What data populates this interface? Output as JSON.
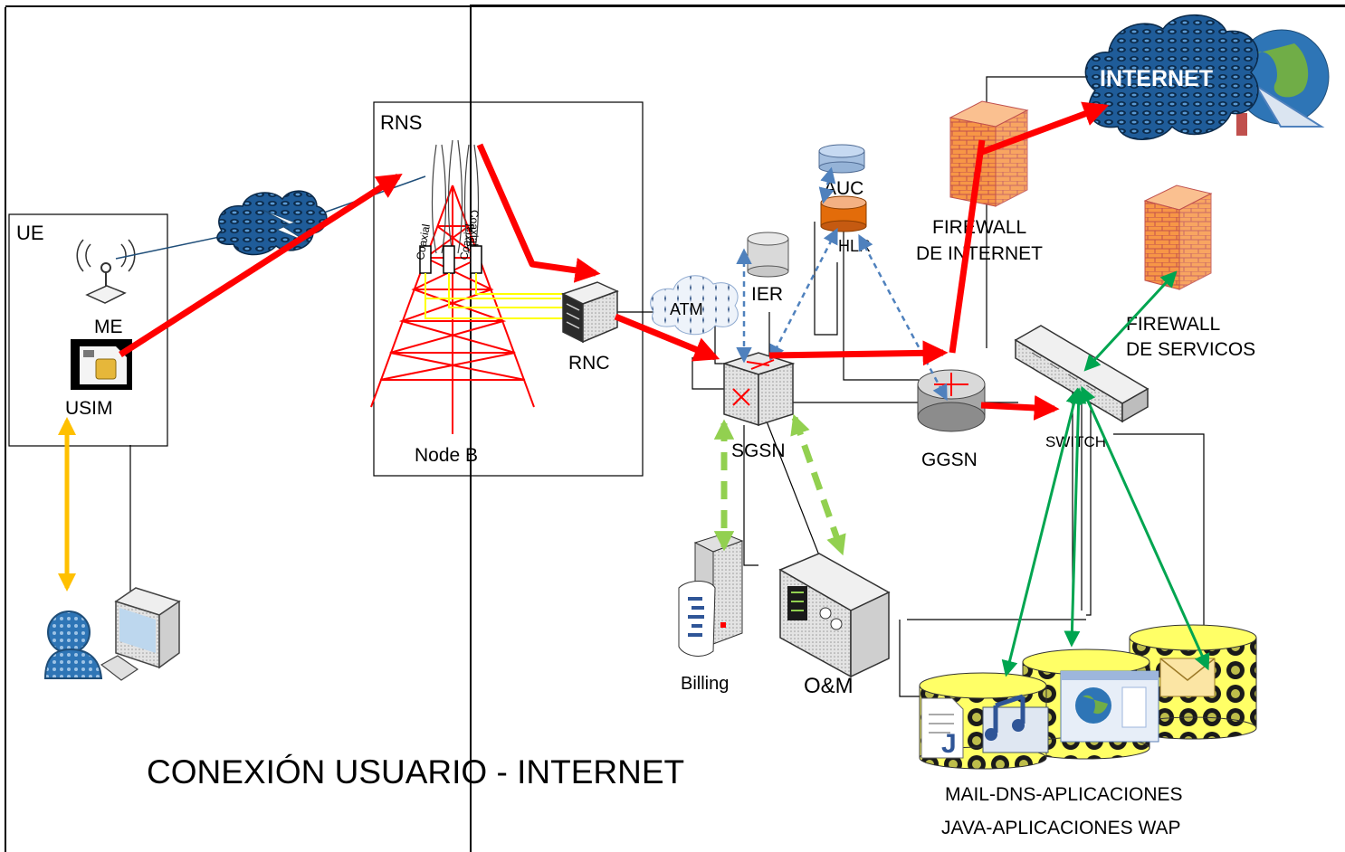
{
  "diagram": {
    "title": "CONEXIÓN USUARIO - INTERNET",
    "groups": {
      "ue": "UE",
      "rns": "RNS"
    },
    "labels": {
      "me": "ME",
      "usim": "USIM",
      "node_b": "Node B",
      "rnc": "RNC",
      "atm": "ATM",
      "sgsn": "SGSN",
      "ggsn": "GGSN",
      "ier": "IER",
      "auc": "AUC",
      "hlr": "HLR",
      "firewall_internet_1": "FIREWALL",
      "firewall_internet_2": "DE INTERNET",
      "firewall_servicios_1": "FIREWALL",
      "firewall_servicios_2": "DE SERVICOS",
      "switch": "SWITCH",
      "internet": "INTERNET",
      "billing": "Billing",
      "om": "O&M",
      "servers_1": "MAIL-DNS-APLICACIONES",
      "servers_2": "JAVA-APLICACIONES WAP",
      "coaxial": "Coaxial"
    },
    "colors": {
      "data_path": "#ff0000",
      "user_link": "#ffc000",
      "mgmt_link": "#92d050",
      "service_link": "#00a550",
      "signaling": "#4f81bd",
      "tower": "#ff0000",
      "feeder": "#ffff00",
      "firewall": "#f79646",
      "cloud": "#1f4e79"
    }
  }
}
